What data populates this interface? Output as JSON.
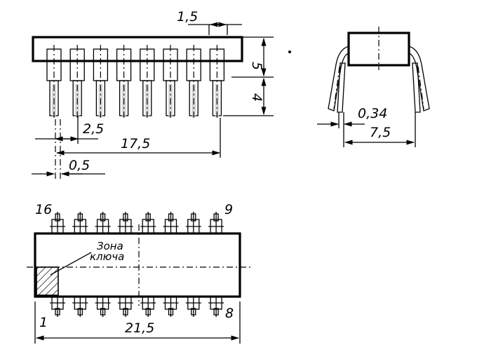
{
  "labels": {
    "dim_1_5": "1,5",
    "dim_5": "5",
    "dim_4": "4",
    "dim_2_5": "2,5",
    "dim_17_5": "17,5",
    "dim_0_5": "0,5",
    "dim_0_34": "0,34",
    "dim_7_5": "7,5",
    "pin_16": "16",
    "pin_9": "9",
    "pin_1": "1",
    "pin_8": "8",
    "dim_21_5": "21,5",
    "key_zone_line1": "Зона",
    "key_zone_line2": "ключа"
  },
  "package": {
    "pins_per_side": 8
  }
}
